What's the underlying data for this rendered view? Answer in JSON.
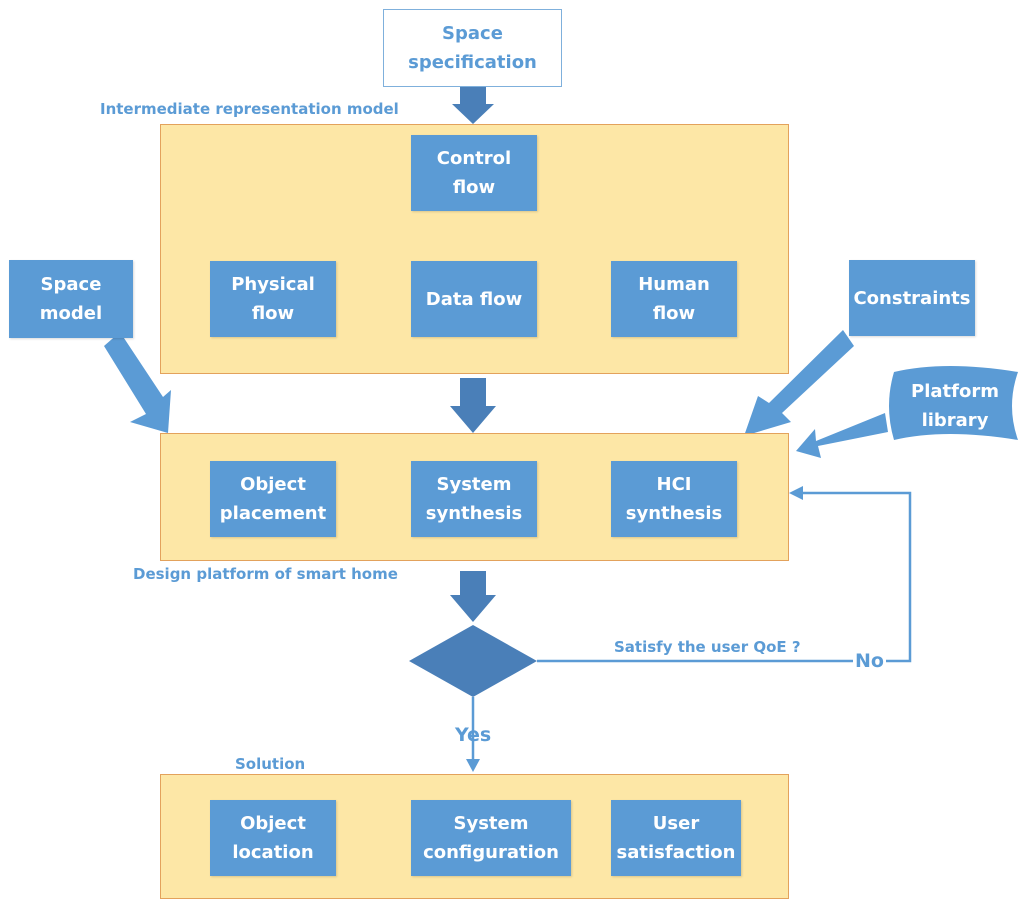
{
  "top_input": "Space\nspecification",
  "captions": {
    "irm": "Intermediate representation model",
    "design": "Design platform of smart home",
    "solution": "Solution",
    "qoe": "Satisfy the user QoE ?"
  },
  "irm": {
    "control": "Control\nflow",
    "physical": "Physical\nflow",
    "data": "Data flow",
    "human": "Human\nflow"
  },
  "side_inputs": {
    "space_model": "Space\nmodel",
    "constraints": "Constraints",
    "platform_library": "Platform\nlibrary"
  },
  "design": {
    "object_placement": "Object\nplacement",
    "system_synthesis": "System\nsynthesis",
    "hci_synthesis": "HCI\nsynthesis"
  },
  "decision": {
    "yes": "Yes",
    "no": "No"
  },
  "solution": {
    "object_location": "Object\nlocation",
    "system_configuration": "System\nconfiguration",
    "user_satisfaction": "User\nsatisfaction"
  },
  "colors": {
    "box": "#5b9bd5",
    "arrow": "#4a7fb8",
    "panel": "#fde7a6",
    "panel_border": "#e3a25c"
  }
}
